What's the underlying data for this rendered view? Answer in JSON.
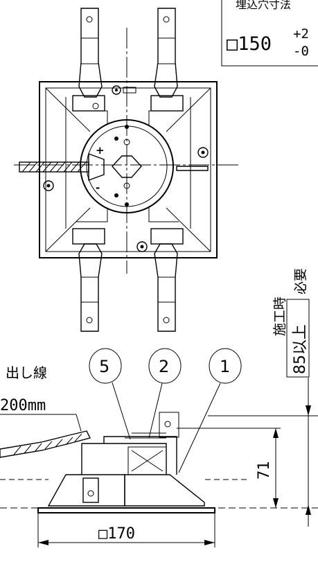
{
  "labels": {
    "embed_title": "埋込穴寸法",
    "embed_value": "□150",
    "embed_tol_plus": "+2",
    "embed_tol_minus": "-0",
    "construction_time": "施工時",
    "required_value": "85以上",
    "required_word": "必要",
    "lead_wire": "出し線",
    "lead_length": "200mm",
    "height_dim": "71",
    "width_dim": "□170",
    "callout_5": "5",
    "callout_2": "2",
    "callout_1": "1",
    "plus_sign": "+",
    "minus_sign": "-"
  }
}
